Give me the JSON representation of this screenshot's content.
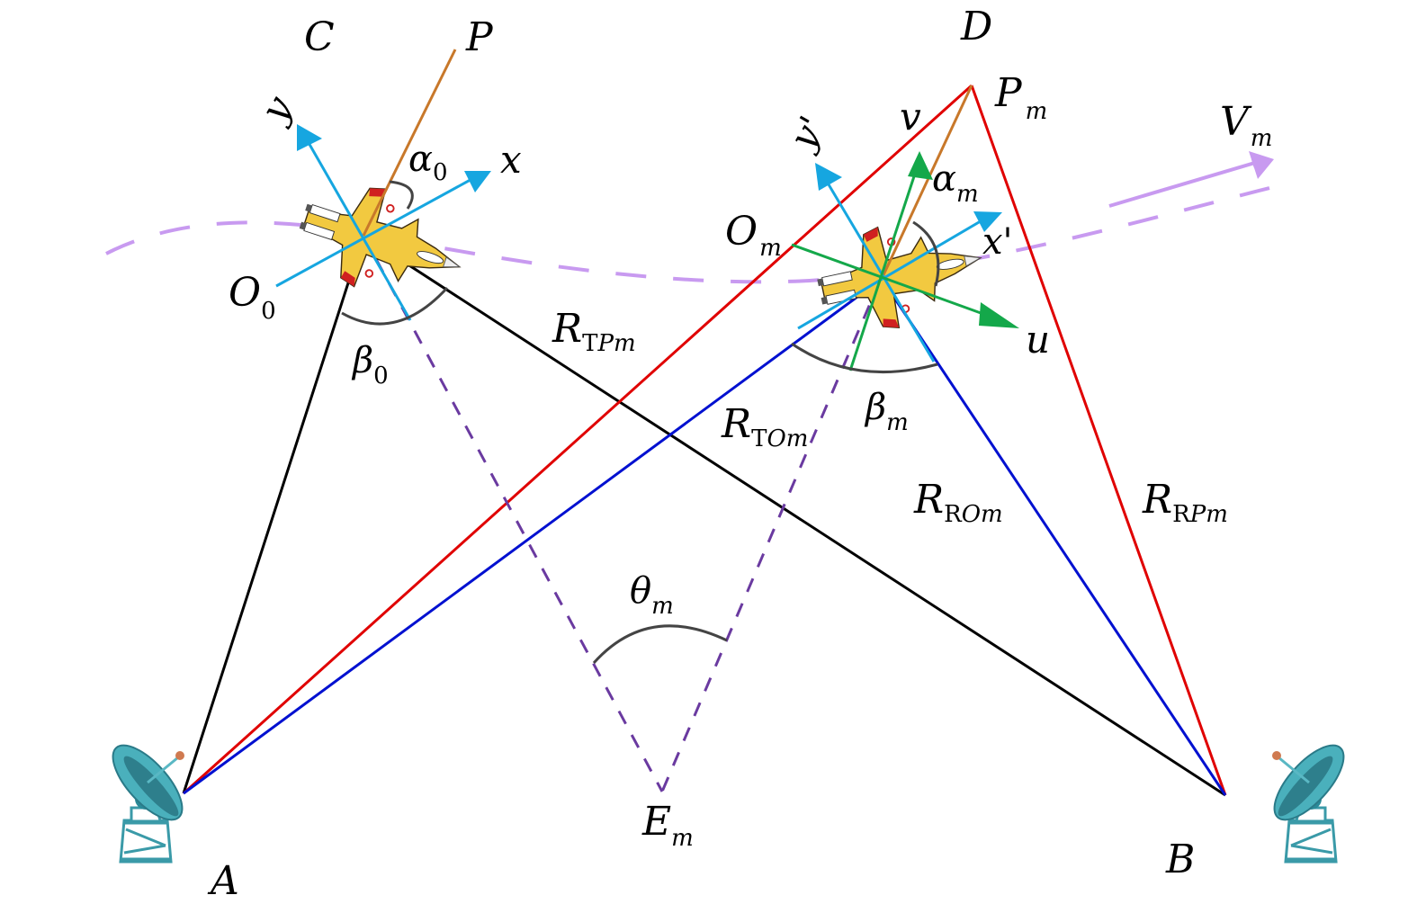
{
  "diagram": {
    "title": "Bistatic radar geometry with moving target",
    "colors": {
      "black_line": "#000000",
      "red_line": "#e00000",
      "blue_line": "#0010d0",
      "axis_cyan": "#16a6e0",
      "axis_green": "#14a84a",
      "scatterer_orange": "#c8782a",
      "trajectory_purple": "#c89af0",
      "dashed_purple": "#6a3aa0",
      "arc_gray": "#444444",
      "radar_teal": "#3a9aa8",
      "plane_yellow": "#f2c940",
      "plane_red": "#d02020"
    },
    "points": {
      "C": {
        "label": "C"
      },
      "P": {
        "label": "P"
      },
      "D": {
        "label": "D"
      },
      "Pm": {
        "label": "P",
        "sub": "m"
      },
      "O0": {
        "label": "O",
        "sub": "0"
      },
      "Om": {
        "label": "O",
        "sub": "m"
      },
      "A": {
        "label": "A"
      },
      "B": {
        "label": "B"
      },
      "Em": {
        "label": "E",
        "sub": "m"
      }
    },
    "axes": {
      "x": {
        "label": "x"
      },
      "y": {
        "label": "y"
      },
      "x_prime": {
        "label": "x'"
      },
      "y_prime": {
        "label": "y'"
      },
      "u": {
        "label": "u"
      },
      "v": {
        "label": "v"
      }
    },
    "angles": {
      "alpha0": {
        "label": "α",
        "sub": "0"
      },
      "beta0": {
        "label": "β",
        "sub": "0"
      },
      "alpham": {
        "label": "α",
        "sub": "m"
      },
      "betam": {
        "label": "β",
        "sub": "m"
      },
      "thetam": {
        "label": "θ",
        "sub": "m"
      }
    },
    "ranges": {
      "RTPm": {
        "label": "R",
        "sub_roman": "T",
        "sub_italic": "Pm"
      },
      "RTOm": {
        "label": "R",
        "sub_roman": "T",
        "sub_italic": "Om"
      },
      "ROm": {
        "label": "R",
        "sub_roman": "R",
        "sub_italic": "Om"
      },
      "RPm": {
        "label": "R",
        "sub_roman": "R",
        "sub_italic": "Pm"
      }
    },
    "velocity": {
      "label": "V",
      "sub": "m"
    }
  }
}
